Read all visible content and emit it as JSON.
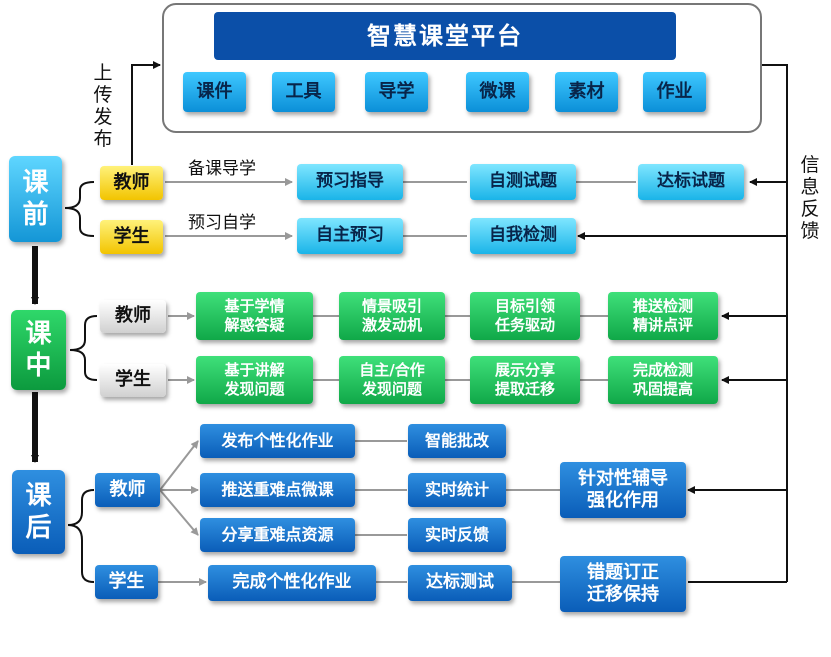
{
  "platform": {
    "title": "智慧课堂平台",
    "items": [
      "课件",
      "工具",
      "导学",
      "微课",
      "素材",
      "作业"
    ]
  },
  "side_labels": {
    "upload": "上传发布",
    "feedback": "信息反馈"
  },
  "pre_class": {
    "stage": "课\n前",
    "teacher": {
      "role": "教师",
      "action": "备课导学",
      "steps": [
        "预习指导",
        "自测试题",
        "达标试题"
      ]
    },
    "student": {
      "role": "学生",
      "action": "预习自学",
      "steps": [
        "自主预习",
        "自我检测"
      ]
    }
  },
  "in_class": {
    "stage": "课\n中",
    "teacher": {
      "role": "教师",
      "steps": [
        "基于学情\n解惑答疑",
        "情景吸引\n激发动机",
        "目标引领\n任务驱动",
        "推送检测\n精讲点评"
      ]
    },
    "student": {
      "role": "学生",
      "steps": [
        "基于讲解\n发现问题",
        "自主/合作\n发现问题",
        "展示分享\n提取迁移",
        "完成检测\n巩固提高"
      ]
    }
  },
  "after_class": {
    "stage": "课\n后",
    "teacher": {
      "role": "教师",
      "tasks": [
        "发布个性化作业",
        "推送重难点微课",
        "分享重难点资源"
      ],
      "results": [
        "智能批改",
        "实时统计",
        "实时反馈"
      ],
      "outcome": "针对性辅导\n强化作用"
    },
    "student": {
      "role": "学生",
      "steps": [
        "完成个性化作业",
        "达标测试"
      ],
      "outcome": "错题订正\n迁移保持"
    }
  }
}
